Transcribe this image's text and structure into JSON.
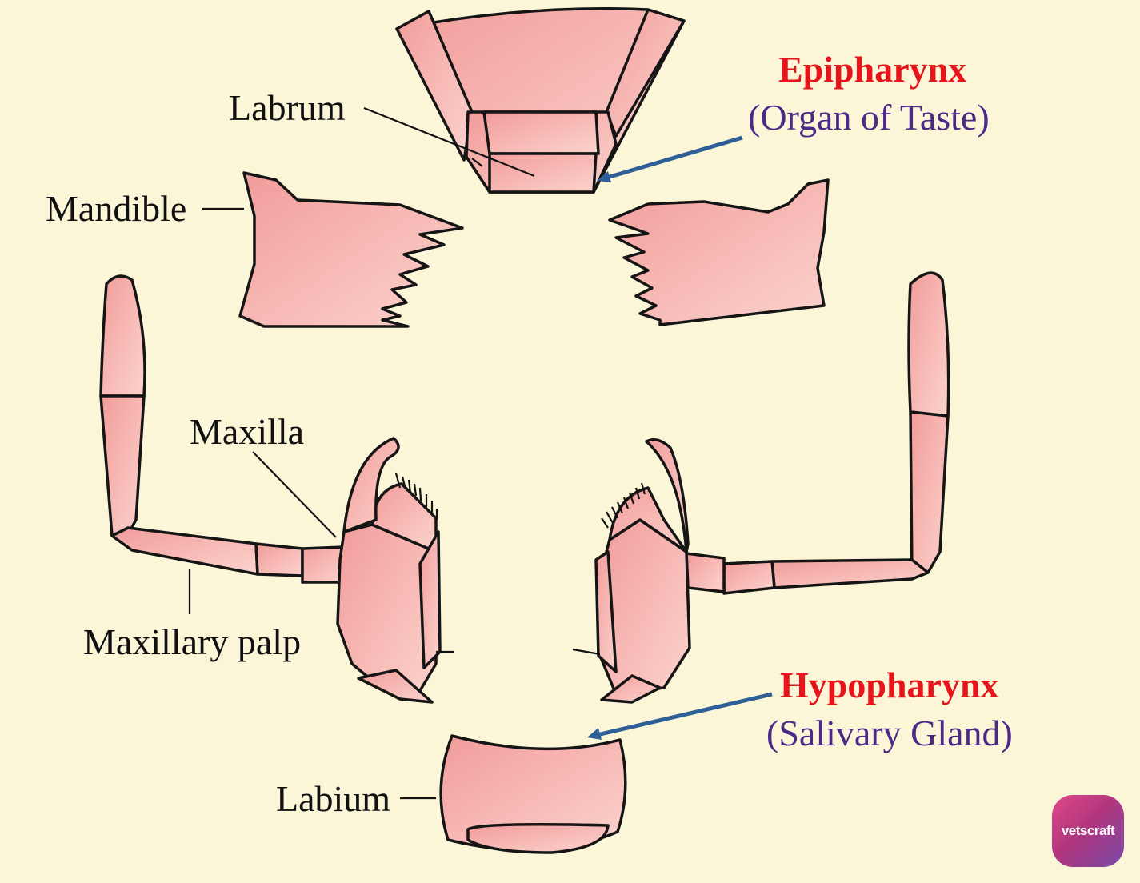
{
  "labels": {
    "labrum": "Labrum",
    "mandible": "Mandible",
    "maxilla": "Maxilla",
    "maxillary_palp": "Maxillary palp",
    "labium": "Labium",
    "epipharynx": "Epipharynx",
    "epipharynx_note": "(Organ of Taste)",
    "hypopharynx": "Hypopharynx",
    "hypopharynx_note": "(Salivary Gland)"
  },
  "logo": {
    "text": "vetscraft"
  },
  "colors": {
    "background": "#fcf6d9",
    "part_fill": "#f6b0ad",
    "outline": "#151515",
    "arrow": "#2f5f97",
    "highlight_title": "#e8141b",
    "highlight_note": "#4a2a86"
  }
}
